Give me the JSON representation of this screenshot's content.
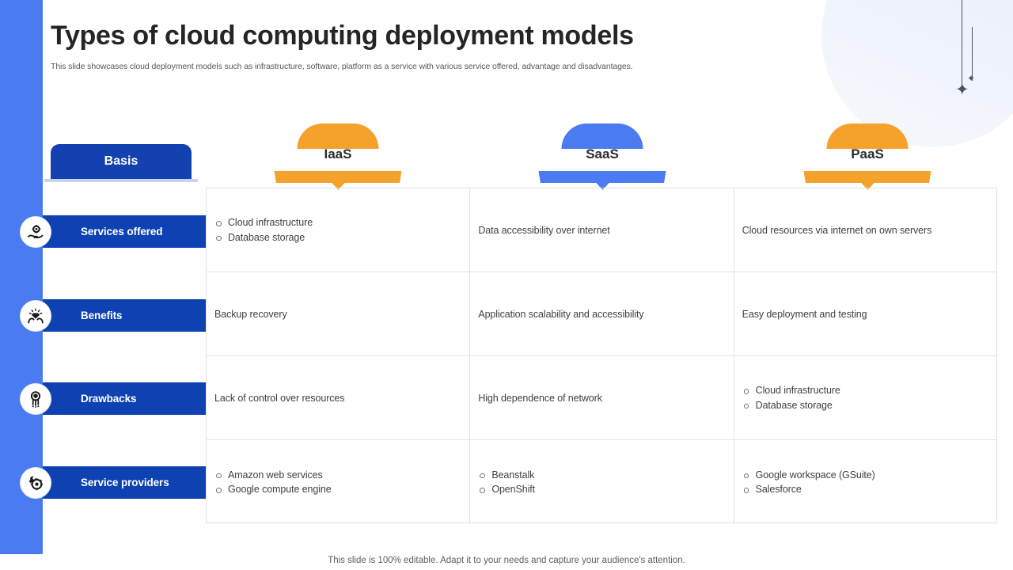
{
  "header": {
    "title": "Types of cloud computing deployment models",
    "subtitle": "This slide showcases cloud deployment models such as infrastructure, software, platform as a service with various service offered, advantage and disadvantages."
  },
  "basis": {
    "label": "Basis"
  },
  "columns": [
    {
      "label": "IaaS",
      "color": "#f5a22d"
    },
    {
      "label": "SaaS",
      "color": "#4a7bf0"
    },
    {
      "label": "PaaS",
      "color": "#f5a22d"
    }
  ],
  "rows": [
    {
      "label": "Services offered",
      "icon": "hand-gear-icon",
      "cells": [
        {
          "type": "list",
          "items": [
            "Cloud infrastructure",
            "Database storage"
          ]
        },
        {
          "type": "text",
          "text": "Data accessibility over internet"
        },
        {
          "type": "text",
          "text": "Cloud resources via internet on own servers"
        }
      ]
    },
    {
      "label": "Benefits",
      "icon": "hands-diamond-icon",
      "cells": [
        {
          "type": "text",
          "text": "Backup recovery"
        },
        {
          "type": "text",
          "text": "Application scalability and accessibility"
        },
        {
          "type": "text",
          "text": "Easy deployment and testing"
        }
      ]
    },
    {
      "label": "Drawbacks",
      "icon": "award-ribbon-icon",
      "cells": [
        {
          "type": "text",
          "text": "Lack of control over resources"
        },
        {
          "type": "text",
          "text": "High dependence of network"
        },
        {
          "type": "list",
          "items": [
            "Cloud infrastructure",
            "Database storage"
          ]
        }
      ]
    },
    {
      "label": "Service providers",
      "icon": "wrench-gear-icon",
      "cells": [
        {
          "type": "list",
          "items": [
            "Amazon web services",
            "Google compute engine"
          ]
        },
        {
          "type": "list",
          "items": [
            "Beanstalk",
            "OpenShift"
          ]
        },
        {
          "type": "list",
          "items": [
            "Google workspace (GSuite)",
            "Salesforce"
          ]
        }
      ]
    }
  ],
  "footer": {
    "text": "This slide is 100% editable. Adapt it to your needs and capture your audience's attention."
  },
  "decor": {
    "stripe_color": "#4a7bf0",
    "basis_color": "#1341b0",
    "rowlabel_color": "#0e42b3",
    "sparkle_glyph": "✦"
  }
}
